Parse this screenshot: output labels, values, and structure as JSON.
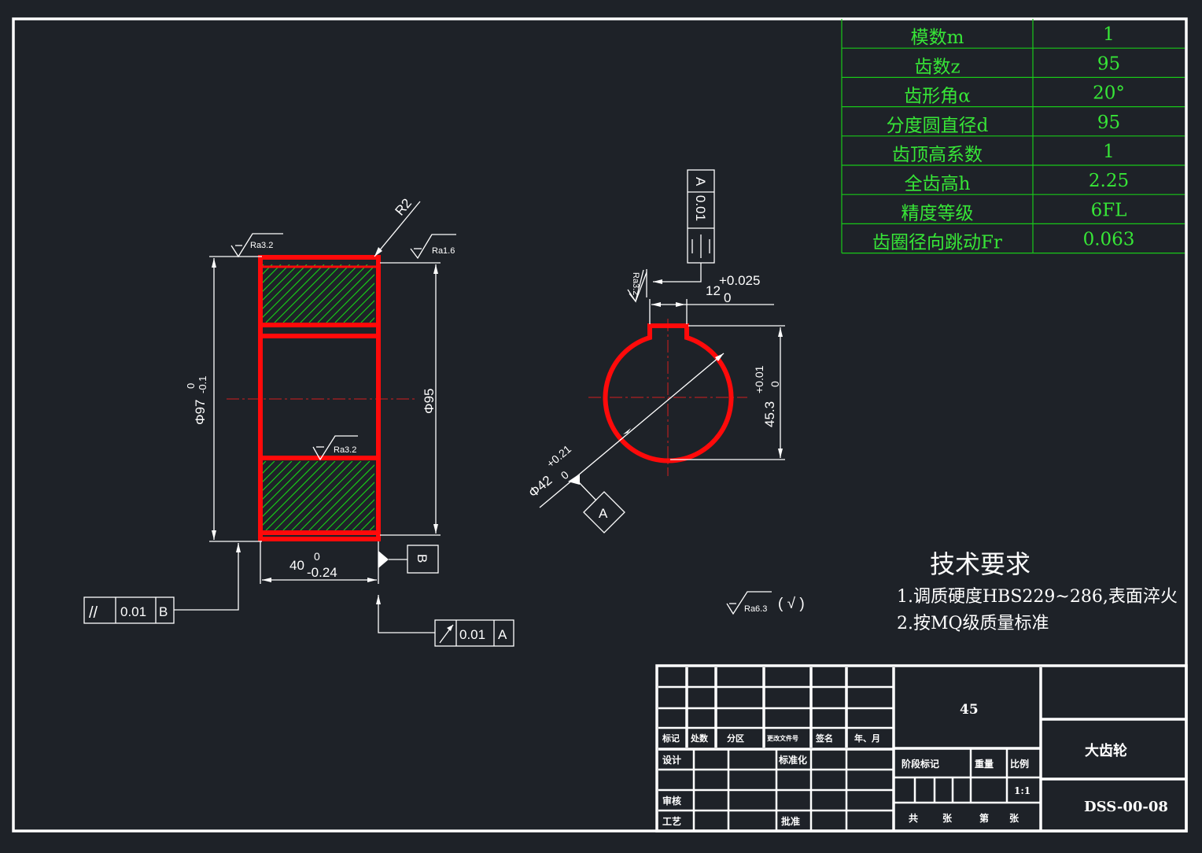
{
  "gear_table": {
    "rows": [
      {
        "param": "模数m",
        "value": "1"
      },
      {
        "param": "齿数z",
        "value": "95"
      },
      {
        "param": "齿形角α",
        "value": "20°"
      },
      {
        "param": "分度圆直径d",
        "value": "95"
      },
      {
        "param": "齿顶高系数",
        "value": "1"
      },
      {
        "param": "全齿高h",
        "value": "2.25"
      },
      {
        "param": "精度等级",
        "value": "6FL"
      },
      {
        "param": "齿圈径向跳动Fr",
        "value": "0.063"
      }
    ]
  },
  "section_view": {
    "radius_label": "R2",
    "roughness_top_left": "Ra3.2",
    "roughness_top_right": "Ra1.6",
    "roughness_bore": "Ra3.2",
    "outer_dia": "Φ97",
    "outer_dia_upper": "0",
    "outer_dia_lower": "-0.1",
    "pitch_dia": "Φ95",
    "width": "40",
    "width_upper": "0",
    "width_lower": "-0.24",
    "datum_b": "B",
    "parallel_symbol": "//",
    "parallel_tol": "0.01",
    "parallel_datum": "B",
    "runout_tol": "0.01",
    "runout_datum": "A"
  },
  "hub_view": {
    "sym_tol": "0.01",
    "sym_datum": "A",
    "key_roughness": "Ra3.2",
    "key_width": "12",
    "key_upper": "+0.025",
    "key_lower": "0",
    "depth": "45.3",
    "depth_upper": "+0.01",
    "depth_lower": "0",
    "bore_dia": "Φ42",
    "bore_upper": "+0.21",
    "bore_lower": "0",
    "datum_a": "A"
  },
  "general_roughness": {
    "value": "Ra6.3",
    "note": "( √ )"
  },
  "tech_requirements": {
    "title": "技术要求",
    "items": [
      "1.调质硬度HBS229~286,表面淬火",
      "2.按MQ级质量标准"
    ]
  },
  "title_block": {
    "material": "45",
    "part_name": "大齿轮",
    "drawing_no": "DSS-00-08",
    "scale": "1:1",
    "rev_labels": [
      "标记",
      "处数",
      "分区",
      "更改文件号",
      "签名",
      "年、月"
    ],
    "design": "设计",
    "standard": "标准化",
    "review": "审核",
    "process": "工艺",
    "approve": "批准",
    "stage": "阶段标记",
    "weight": "重量",
    "ratio": "比例",
    "total": "共",
    "sheets": "张",
    "number": "第",
    "sheet": "张"
  }
}
